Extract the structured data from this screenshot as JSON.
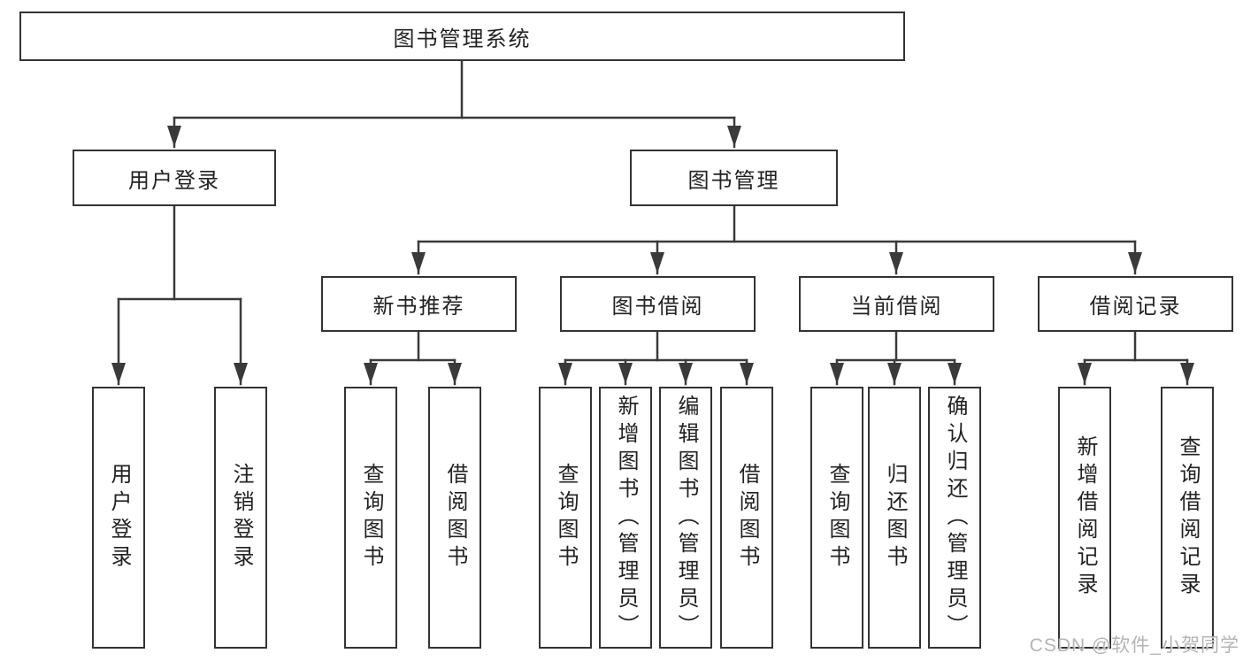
{
  "diagram": {
    "tree": {
      "root": {
        "label": "图书管理系统"
      },
      "branches": [
        {
          "label": "用户登录",
          "children": [
            {
              "label": "用户登录"
            },
            {
              "label": "注销登录"
            }
          ]
        },
        {
          "label": "图书管理",
          "children": [
            {
              "label": "新书推荐",
              "children": [
                {
                  "label": "查询图书"
                },
                {
                  "label": "借阅图书"
                }
              ]
            },
            {
              "label": "图书借阅",
              "children": [
                {
                  "label": "查询图书"
                },
                {
                  "label": "新增图书（管理员）"
                },
                {
                  "label": "编辑图书（管理员）"
                },
                {
                  "label": "借阅图书"
                }
              ]
            },
            {
              "label": "当前借阅",
              "children": [
                {
                  "label": "查询图书"
                },
                {
                  "label": "归还图书"
                },
                {
                  "label": "确认归还（管理员）"
                }
              ]
            },
            {
              "label": "借阅记录",
              "children": [
                {
                  "label": "新增借阅记录"
                },
                {
                  "label": "查询借阅记录"
                }
              ]
            }
          ]
        }
      ]
    },
    "colors": {
      "line": "#3a3a3a",
      "border": "#333333",
      "text": "#222222",
      "background": "#ffffff",
      "watermark": "#acacac"
    },
    "watermark": "CSDN @软件_小贺同学"
  }
}
